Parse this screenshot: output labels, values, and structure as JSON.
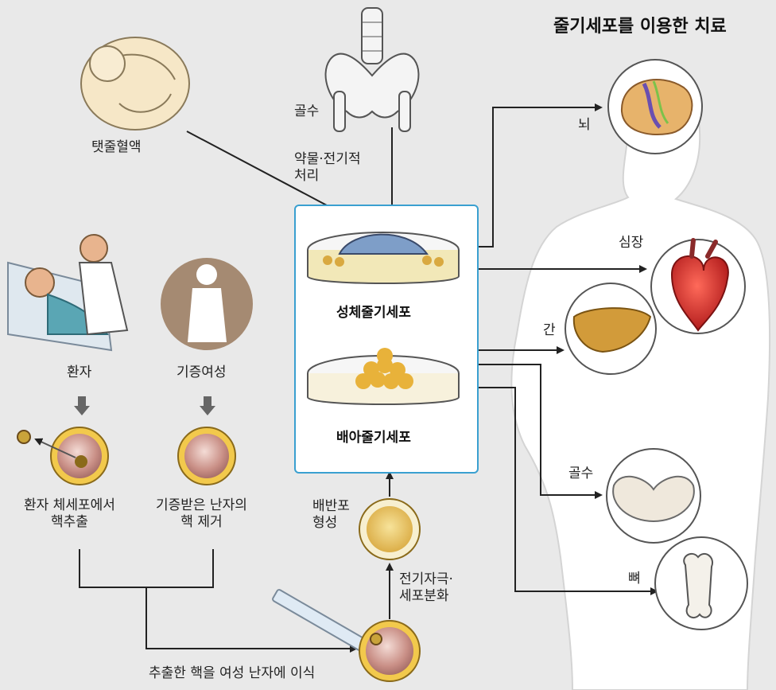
{
  "title": "줄기세포를 이용한 치료",
  "sources": {
    "cord_blood": "탯줄혈액",
    "bone_marrow": "골수",
    "treatment": "약물·전기적\n처리"
  },
  "dishes": {
    "adult": "성체줄기세포",
    "embryonic": "배아줄기세포"
  },
  "cloning": {
    "patient": "환자",
    "donor": "기증여성",
    "patient_step": "환자 체세포에서\n핵추출",
    "donor_step": "기증받은 난자의\n핵 제거",
    "transfer": "추출한 핵을 여성 난자에 이식",
    "stimulation": "전기자극·\n세포분화",
    "blastocyst": "배반포\n형성"
  },
  "organs": {
    "brain": "뇌",
    "heart": "심장",
    "liver": "간",
    "marrow": "골수",
    "bone": "뼈"
  },
  "colors": {
    "box_border": "#3aa0d0",
    "background": "#e9e9e9",
    "cell_yellow": "#f2c94c",
    "cell_pink": "#d9a0a0"
  }
}
